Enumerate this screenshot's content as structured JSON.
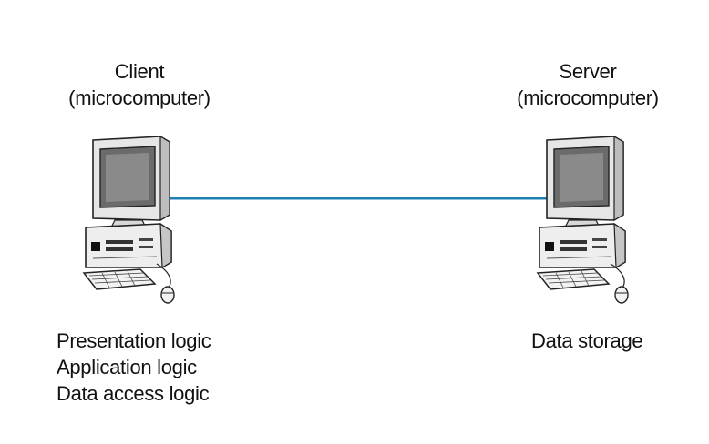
{
  "client": {
    "title_line1": "Client",
    "title_line2": "(microcomputer)",
    "roles": [
      "Presentation logic",
      "Application logic",
      "Data access logic"
    ],
    "icon": "computer-icon"
  },
  "server": {
    "title_line1": "Server",
    "title_line2": "(microcomputer)",
    "roles": [
      "Data storage"
    ],
    "icon": "computer-icon"
  },
  "link": {
    "color": "#1f7fb5"
  }
}
